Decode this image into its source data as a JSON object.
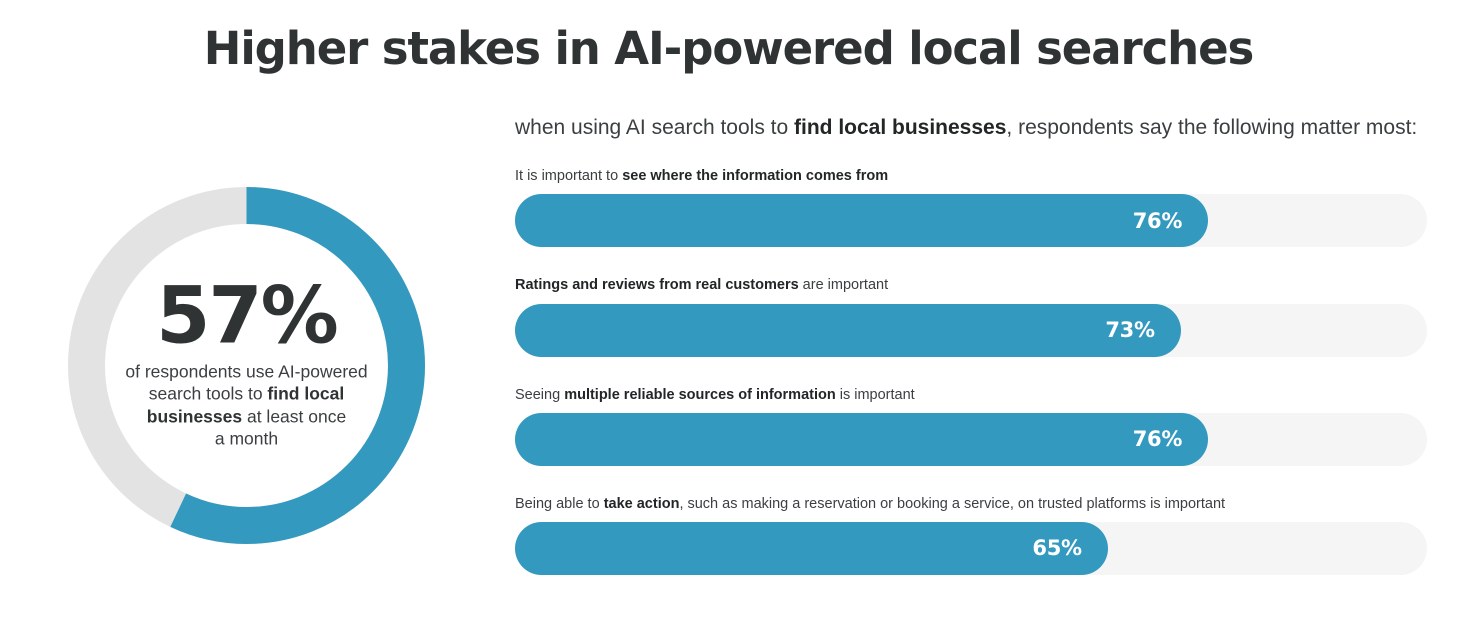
{
  "title": "Higher stakes in AI-powered local searches",
  "colors": {
    "accent_blue": "#3399bf",
    "track_gray": "#f5f5f5",
    "donut_track_gray": "#e3e3e3",
    "text_dark": "#2f3334"
  },
  "donut": {
    "value_label": "57%",
    "value": 57,
    "remainder": 43,
    "caption_line1": "of respondents use AI-powered",
    "caption_line2_plain": "search tools to ",
    "caption_line2_bold": "find local",
    "caption_line3_bold": "businesses",
    "caption_line3_plain": " at least once",
    "caption_line4": "a month"
  },
  "intro": {
    "before_bold": "when using AI search tools to ",
    "bold": "find local businesses",
    "after_bold": ", respondents say the following matter most:"
  },
  "bars": [
    {
      "label_before": "It is important to ",
      "label_bold": "see where the information comes from",
      "label_after": "",
      "value": 76,
      "value_label": "76%"
    },
    {
      "label_before": "",
      "label_bold": "Ratings and reviews from real customers",
      "label_after": " are important",
      "value": 73,
      "value_label": "73%"
    },
    {
      "label_before": "Seeing ",
      "label_bold": "multiple reliable sources of information",
      "label_after": " is important",
      "value": 76,
      "value_label": "76%"
    },
    {
      "label_before": "Being able to ",
      "label_bold": "take action",
      "label_after": ", such as making a reservation or booking a service, on trusted platforms is important",
      "value": 65,
      "value_label": "65%"
    }
  ],
  "chart_data": [
    {
      "type": "pie",
      "title": "57% of respondents use AI-powered search tools to find local businesses at least once a month",
      "categories": [
        "Use AI-powered search for local businesses at least once a month",
        "Do not"
      ],
      "values": [
        57,
        43
      ],
      "colors": [
        "#3399bf",
        "#e3e3e3"
      ],
      "legend": "none",
      "annotations": [
        "57%"
      ]
    },
    {
      "type": "bar",
      "title": "when using AI search tools to find local businesses, respondents say the following matter most:",
      "orientation": "horizontal",
      "categories": [
        "It is important to see where the information comes from",
        "Ratings and reviews from real customers are important",
        "Seeing multiple reliable sources of information is important",
        "Being able to take action, such as making a reservation or booking a service, on trusted platforms is important"
      ],
      "values": [
        76,
        73,
        76,
        65
      ],
      "xlabel": "",
      "ylabel": "",
      "xlim": [
        0,
        100
      ],
      "grid": false,
      "legend": "none",
      "data_labels": [
        "76%",
        "73%",
        "76%",
        "65%"
      ]
    }
  ]
}
